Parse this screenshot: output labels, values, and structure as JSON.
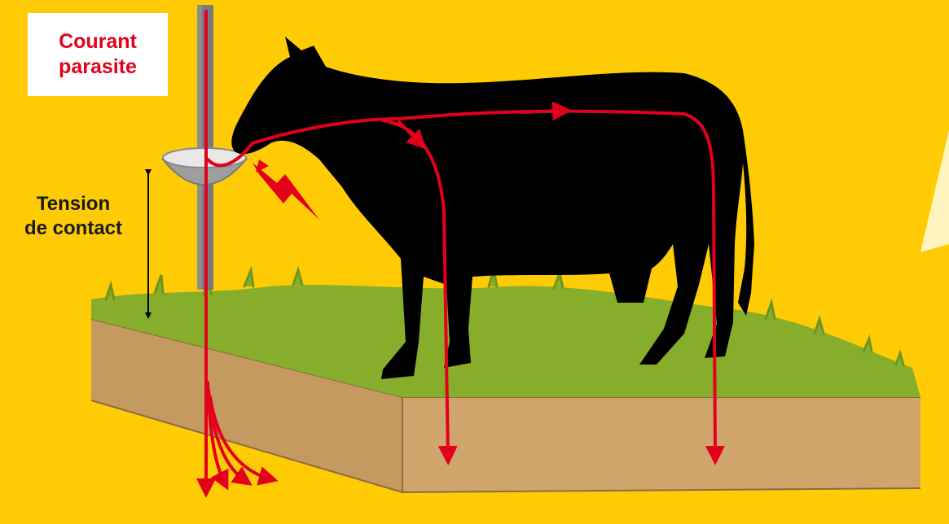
{
  "labels": {
    "stray_current_line1": "Courant",
    "stray_current_line2": "parasite",
    "contact_voltage_line1": "Tension",
    "contact_voltage_line2": "de contact"
  },
  "colors": {
    "background": "#FFCB05",
    "current_arrows": "#E3001B",
    "cow": "#000000",
    "grass": "#86AE2A",
    "soil": "#C9A066",
    "post": "#7A7A7A",
    "bowl": "#9E9E9E",
    "label_text": "#E3001B"
  },
  "icons": [
    "lightning-bolt-icon",
    "cow-silhouette",
    "water-bowl",
    "metal-post"
  ]
}
